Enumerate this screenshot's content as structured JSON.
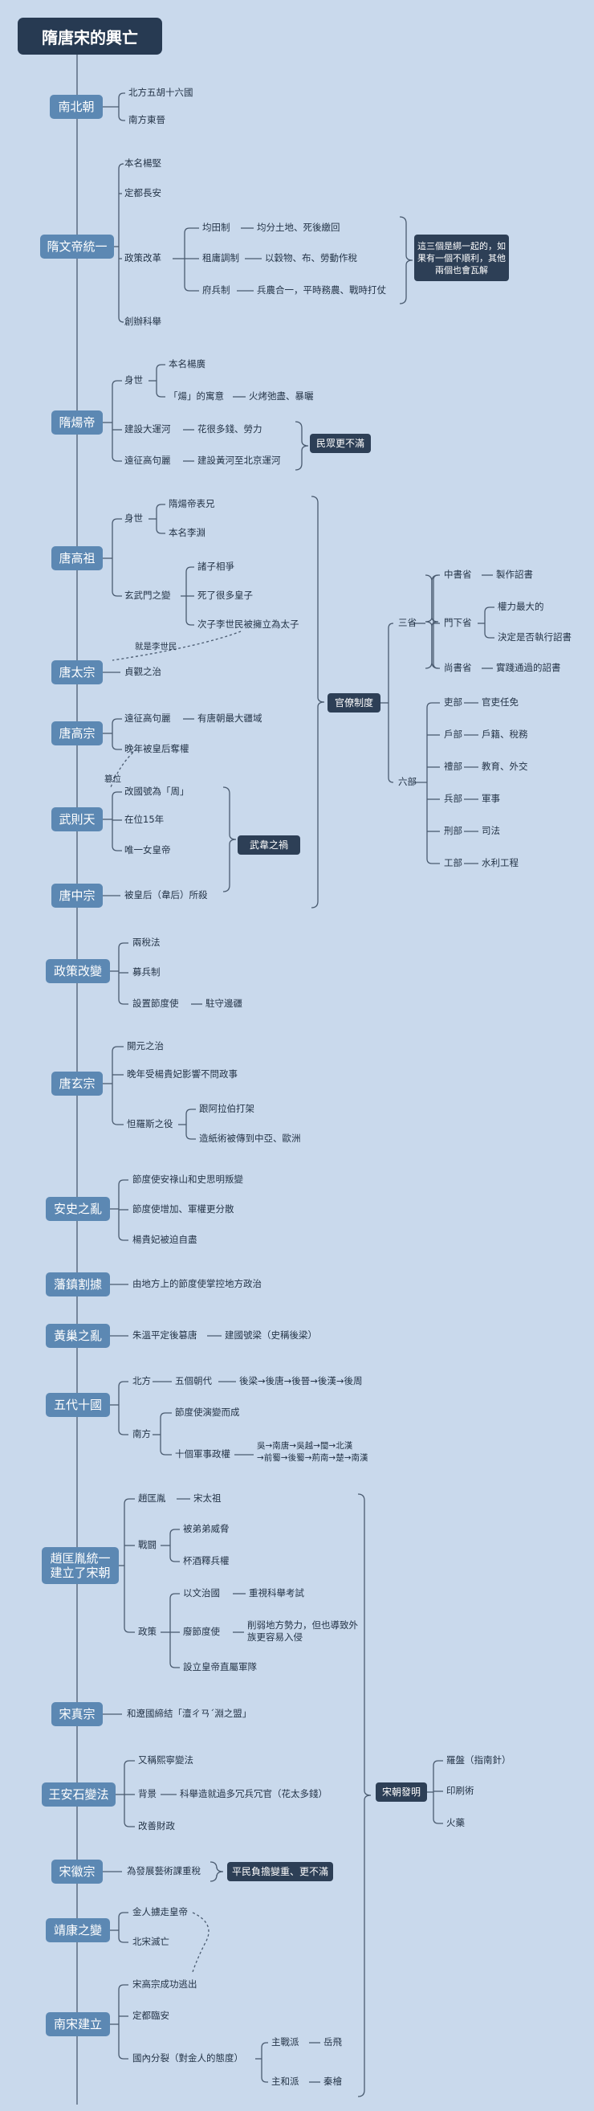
{
  "title": "隋唐宋的興亡",
  "sections": {
    "nanbei": {
      "label": "南北朝",
      "items": [
        "北方五胡十六國",
        "南方東晉"
      ]
    },
    "suiwen": {
      "label": "隋文帝統一",
      "name": "本名楊堅",
      "capital": "定都長安",
      "policy": "政策改革",
      "juntian": "均田制",
      "juntian_desc": "均分土地、死後繳回",
      "zuyong": "租庸調制",
      "zuyong_desc": "以穀物、布、勞動作稅",
      "fubing": "府兵制",
      "fubing_desc": "兵農合一，平時務農、戰時打仗",
      "note": "這三個是綁一起的，如果有一個不順利，其他兩個也會瓦解",
      "keju": "創辦科舉"
    },
    "suiyang": {
      "label": "隋煬帝",
      "identity": "身世",
      "name": "本名楊廣",
      "yang": "「煬」的寓意",
      "yang_desc": "火烤弛盡、暴曬",
      "canal": "建設大運河",
      "canal_desc": "花很多錢、勞力",
      "goguryeo": "遠征高句麗",
      "goguryeo_desc": "建設黃河至北京運河",
      "discontent": "民眾更不滿"
    },
    "tanggao": {
      "label": "唐高祖",
      "identity": "身世",
      "cousin": "隋煬帝表兄",
      "name": "本名李淵",
      "xuanwu": "玄武門之變",
      "x1": "諸子相爭",
      "x2": "死了很多皇子",
      "x3": "次子李世民被擁立為太子",
      "prince_note": "就是李世民"
    },
    "taizong": {
      "label": "唐太宗",
      "item": "貞觀之治"
    },
    "gaozong": {
      "label": "唐高宗",
      "g1": "遠征高句麗",
      "g1_desc": "有唐朝最大疆域",
      "g2": "晚年被皇后奪權",
      "abdicate": "篡位"
    },
    "wuzetian": {
      "label": "武則天",
      "w1": "改國號為「周」",
      "w2": "在位15年",
      "w3": "唯一女皇帝",
      "calamity": "武韋之禍"
    },
    "zhongzong": {
      "label": "唐中宗",
      "item": "被皇后（韋后）所殺"
    },
    "bureau": {
      "label": "官僚制度",
      "sansheng": "三省",
      "zhongshu": "中書省",
      "zhongshu_desc": "製作詔書",
      "menxia": "門下省",
      "menxia_d1": "權力最大的",
      "menxia_d2": "決定是否執行詔書",
      "shangshu": "尚書省",
      "shangshu_desc": "實踐通過的詔書",
      "liubu": "六部",
      "li_official": "吏部",
      "li_official_desc": "官吏任免",
      "hu": "戶部",
      "hu_desc": "戶籍、稅務",
      "li_rites": "禮部",
      "li_rites_desc": "教育、外交",
      "bing": "兵部",
      "bing_desc": "軍事",
      "xing": "刑部",
      "xing_desc": "司法",
      "gong": "工部",
      "gong_desc": "水利工程"
    },
    "policy_change": {
      "label": "政策改變",
      "p1": "兩稅法",
      "p2": "募兵制",
      "p3": "設置節度使",
      "p3_desc": "駐守邊疆"
    },
    "xuanzong": {
      "label": "唐玄宗",
      "x1": "開元之治",
      "x2": "晚年受楊貴妃影響不問政事",
      "talas": "怛羅斯之役",
      "t1": "跟阿拉伯打架",
      "t2": "造紙術被傳到中亞、歐洲"
    },
    "anshi": {
      "label": "安史之亂",
      "a1": "節度使安祿山和史思明叛變",
      "a2": "節度使增加、軍權更分散",
      "a3": "楊貴妃被迫自盡"
    },
    "fanzhen": {
      "label": "藩鎮割據",
      "item": "由地方上的節度使掌控地方政治"
    },
    "huangchao": {
      "label": "黃巢之亂",
      "item": "朱溫平定後篡唐",
      "item_desc": "建國號梁（史稱後梁）"
    },
    "wudai": {
      "label": "五代十國",
      "north": "北方",
      "five": "五個朝代",
      "five_desc": "後梁→後唐→後晉→後漢→後周",
      "south": "南方",
      "s1": "節度使演變而成",
      "s2": "十個軍事政權",
      "s2_line1": "吳→南唐→吳越→閩→北漢",
      "s2_line2": "→前蜀→後蜀→荊南→楚→南漢"
    },
    "zhao": {
      "label": "趙匡胤統一建立了宋朝",
      "z1": "趙匡胤",
      "z1_desc": "宋太祖",
      "coup": "戰闘",
      "c1": "被弟弟威脅",
      "c2": "杯酒釋兵權",
      "policy": "政策",
      "p1": "以文治國",
      "p1_desc": "重視科舉考試",
      "p2": "廢節度使",
      "p2_desc": "削弱地方勢力，但也導致外族更容易入侵",
      "p3": "設立皇帝直屬軍隊"
    },
    "zhenzong": {
      "label": "宋真宗",
      "item": "和遼國締結「澶ㄔㄢˊ淵之盟」"
    },
    "wanganshi": {
      "label": "王安石變法",
      "w1": "又稱熙寧變法",
      "bg": "背景",
      "bg_desc": "科舉造就過多冗兵冗官（花太多錢）",
      "w3": "改善財政"
    },
    "huizong": {
      "label": "宋徽宗",
      "item": "為發展藝術課重稅",
      "note": "平民負擔變重、更不滿"
    },
    "jingkang": {
      "label": "靖康之變",
      "j1": "金人擄走皇帝",
      "j2": "北宋滅亡"
    },
    "nansong": {
      "label": "南宋建立",
      "n1": "宋高宗成功逃出",
      "n2": "定都臨安",
      "n3": "國內分裂（對金人的態度）",
      "war": "主戰派",
      "war_desc": "岳飛",
      "peace": "主和派",
      "peace_desc": "秦檜"
    },
    "invent": {
      "label": "宋朝發明",
      "i1": "羅盤（指南針）",
      "i2": "印刷術",
      "i3": "火藥"
    }
  }
}
